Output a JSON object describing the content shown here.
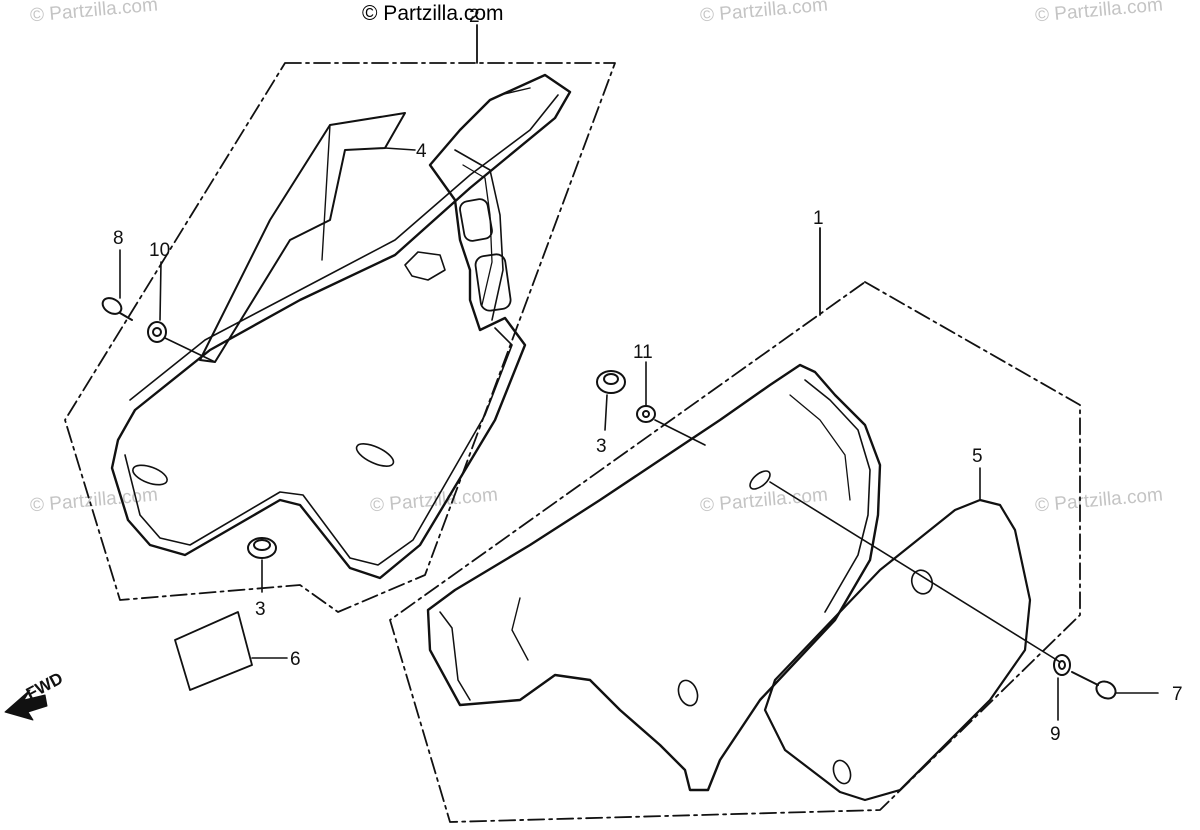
{
  "copyright": "© Partzilla.com",
  "watermark": "© Partzilla.com",
  "direction_label": "FWD",
  "callouts": {
    "c1": "1",
    "c2": "2",
    "c3a": "3",
    "c3b": "3",
    "c4": "4",
    "c5": "5",
    "c6": "6",
    "c7": "7",
    "c8": "8",
    "c9": "9",
    "c10": "10",
    "c11": "11"
  },
  "colors": {
    "line": "#111111",
    "watermark": "#c4c4c4",
    "background": "#ffffff"
  }
}
